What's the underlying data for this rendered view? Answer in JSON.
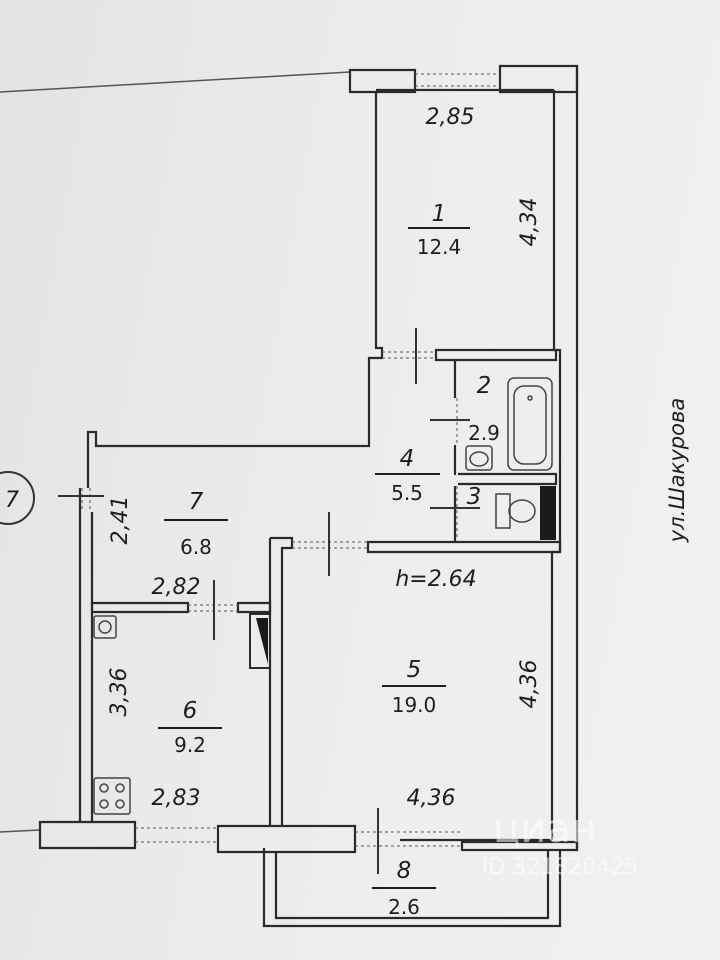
{
  "plan": {
    "ceiling_height": "h=2.64",
    "street_label": "ул.Шакурова",
    "building_number_fragment": "7"
  },
  "rooms": [
    {
      "number": "1",
      "area": "12.4"
    },
    {
      "number": "2",
      "area": "2.9"
    },
    {
      "number": "3",
      "area": ""
    },
    {
      "number": "4",
      "area": "5.5"
    },
    {
      "number": "5",
      "area": "19.0"
    },
    {
      "number": "6",
      "area": "9.2"
    },
    {
      "number": "7",
      "area": "6.8"
    },
    {
      "number": "8",
      "area": "2.6"
    }
  ],
  "dimensions": {
    "room1_width": "2,85",
    "room1_length": "4,34",
    "room7_width": "2,82",
    "room7_length": "2,41",
    "room6_width": "2,83",
    "room6_length": "3,36",
    "room5_width": "4,36",
    "room5_length": "4,36"
  },
  "watermark": {
    "brand": "циан",
    "id": "ID 321820425"
  }
}
